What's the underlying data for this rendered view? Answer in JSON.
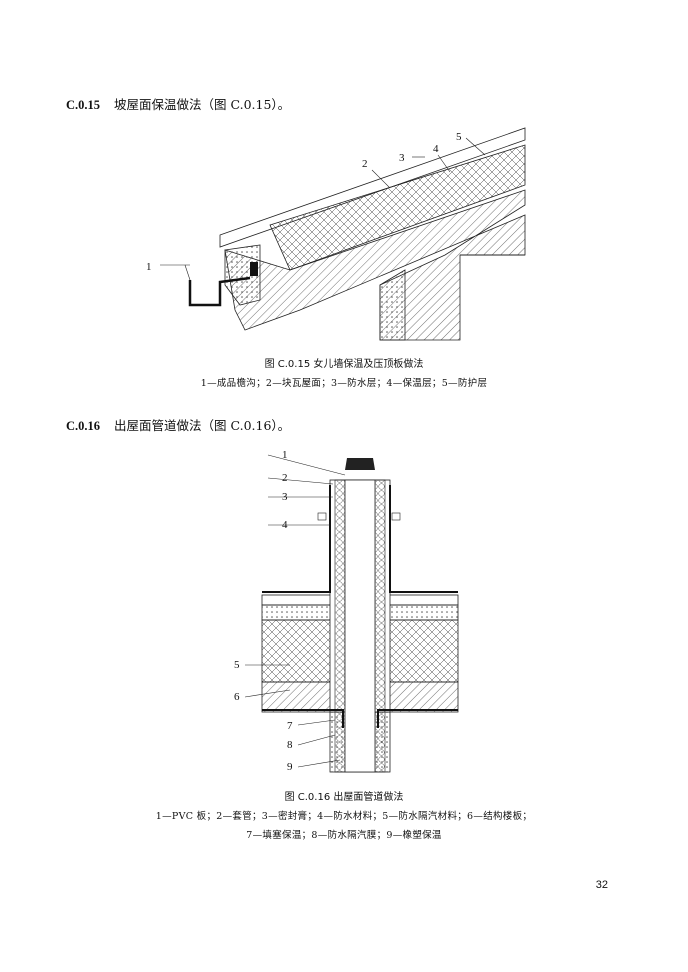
{
  "sections": [
    {
      "number": "C.0.15",
      "text": "坡屋面保温做法（图 C.0.15）。"
    },
    {
      "number": "C.0.16",
      "text": "出屋面管道做法（图 C.0.16）。"
    }
  ],
  "figures": [
    {
      "caption": "图 C.0.15  女儿墙保温及压顶板做法",
      "legend": [
        "1—成品檐沟；2—块瓦屋面；3—防水层；4—保温层；5—防护层"
      ],
      "callouts": [
        "1",
        "2",
        "3",
        "4",
        "5"
      ]
    },
    {
      "caption": "图 C.0.16  出屋面管道做法",
      "legend": [
        "1—PVC 板；2—套管；3—密封膏；4—防水材料；5—防水隔汽材料；6—结构楼板；",
        "7—填塞保温；8—防水隔汽膜；9—橡塑保温"
      ],
      "callouts": [
        "1",
        "2",
        "3",
        "4",
        "5",
        "6",
        "7",
        "8",
        "9"
      ]
    }
  ],
  "page_number": "32"
}
